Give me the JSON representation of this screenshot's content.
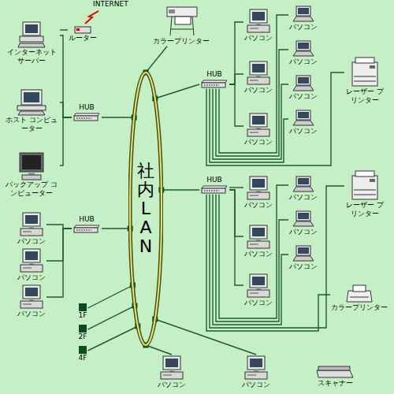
{
  "diagram": {
    "nodes": [
      {
        "text": [
          "社内LAN"
        ]
      },
      {
        "text": [
          "ルーター"
        ]
      },
      {
        "text": [
          "インターネット サーバー"
        ]
      },
      {
        "text": [
          "ホスト コンピューター"
        ]
      },
      {
        "text": [
          "バックアップ コンピューター"
        ]
      },
      {
        "text": [
          "HUB"
        ]
      },
      {
        "text": [
          "HUB"
        ]
      },
      {
        "text": [
          "パソコン"
        ]
      },
      {
        "text": [
          "パソコン"
        ]
      },
      {
        "text": [
          "パソコン"
        ]
      },
      {
        "text": [
          "1F"
        ]
      },
      {
        "text": [
          "2F"
        ]
      },
      {
        "text": [
          "4F"
        ]
      },
      {
        "text": [
          "カラープリンター"
        ]
      },
      {
        "text": [
          "HUB"
        ]
      },
      {
        "text": [
          "パソコン"
        ]
      },
      {
        "text": [
          "パソコン"
        ]
      },
      {
        "text": [
          "パソコン"
        ]
      },
      {
        "text": [
          "パソコン"
        ]
      },
      {
        "text": [
          "パソコン"
        ]
      },
      {
        "text": [
          "パソコン"
        ]
      },
      {
        "text": [
          "パソコン"
        ]
      },
      {
        "text": [
          "レーザー プリンター"
        ]
      },
      {
        "text": [
          "HUB"
        ]
      },
      {
        "text": [
          "パソコン"
        ]
      },
      {
        "text": [
          "パソコン"
        ]
      },
      {
        "text": [
          "パソコン"
        ]
      },
      {
        "text": [
          "パソコン"
        ]
      },
      {
        "text": [
          "パソコン"
        ]
      },
      {
        "text": [
          "パソコン"
        ]
      },
      {
        "text": [
          "レーザー プリンター"
        ]
      },
      {
        "text": [
          "カラープリンター"
        ]
      },
      {
        "text": [
          "パソコン"
        ]
      },
      {
        "text": [
          "パソコン"
        ]
      },
      {
        "text": [
          "スキャナー"
        ]
      }
    ],
    "edges": [
      {
        "from": 2,
        "to": 1,
        "arrow": "none"
      },
      {
        "from": 5,
        "to": 2,
        "arrow": "none"
      },
      {
        "from": 5,
        "to": 3,
        "arrow": "none"
      },
      {
        "from": 5,
        "to": 4,
        "arrow": "none"
      },
      {
        "from": 5,
        "to": 0,
        "arrow": "none"
      },
      {
        "from": 6,
        "to": 0,
        "arrow": "none"
      },
      {
        "from": 6,
        "to": 7,
        "arrow": "none"
      },
      {
        "from": 6,
        "to": 8,
        "arrow": "none"
      },
      {
        "from": 6,
        "to": 9,
        "arrow": "none"
      },
      {
        "from": 10,
        "to": 0,
        "arrow": "none"
      },
      {
        "from": 11,
        "to": 0,
        "arrow": "none"
      },
      {
        "from": 12,
        "to": 0,
        "arrow": "none"
      },
      {
        "from": 13,
        "to": 0,
        "arrow": "none"
      },
      {
        "from": 14,
        "to": 0,
        "arrow": "none"
      },
      {
        "from": 14,
        "to": 15,
        "arrow": "none"
      },
      {
        "from": 14,
        "to": 16,
        "arrow": "none"
      },
      {
        "from": 14,
        "to": 17,
        "arrow": "none"
      },
      {
        "from": 14,
        "to": 18,
        "arrow": "none"
      },
      {
        "from": 14,
        "to": 19,
        "arrow": "none"
      },
      {
        "from": 14,
        "to": 20,
        "arrow": "none"
      },
      {
        "from": 14,
        "to": 21,
        "arrow": "none"
      },
      {
        "from": 14,
        "to": 22,
        "arrow": "none"
      },
      {
        "from": 23,
        "to": 0,
        "arrow": "none"
      },
      {
        "from": 23,
        "to": 24,
        "arrow": "none"
      },
      {
        "from": 23,
        "to": 25,
        "arrow": "none"
      },
      {
        "from": 23,
        "to": 26,
        "arrow": "none"
      },
      {
        "from": 23,
        "to": 27,
        "arrow": "none"
      },
      {
        "from": 23,
        "to": 28,
        "arrow": "none"
      },
      {
        "from": 23,
        "to": 29,
        "arrow": "none"
      },
      {
        "from": 23,
        "to": 30,
        "arrow": "none"
      },
      {
        "from": 23,
        "to": 31,
        "arrow": "none"
      },
      {
        "from": 32,
        "to": 0,
        "arrow": "none"
      },
      {
        "from": 33,
        "to": 0,
        "arrow": "none"
      }
    ],
    "labels": [
      "INTERNET"
    ]
  }
}
